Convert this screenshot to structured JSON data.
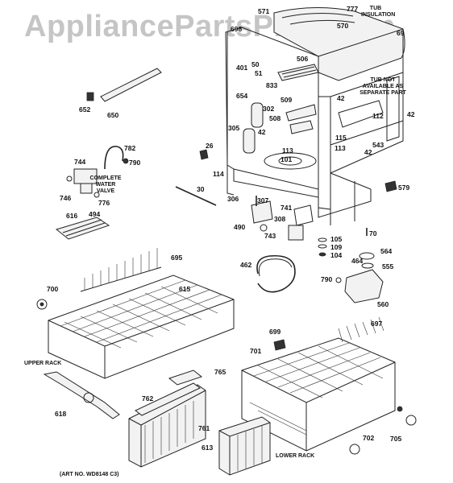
{
  "watermark": "AppliancePartsPros.com",
  "captions": {
    "tub_insulation": "TUB INSULATION",
    "tub_not_available": "TUB NOT AVAILABLE AS SEPARATE PART",
    "complete_water_valve": "COMPLETE WATER VALVE",
    "upper_rack": "UPPER RACK",
    "lower_rack": "LOWER RACK",
    "art_no": "(ART NO. WD8148 C3)"
  },
  "part_numbers": {
    "p571": "571",
    "p777": "777",
    "p570": "570",
    "p69": "69",
    "p698": "698",
    "p50": "50",
    "p51": "51",
    "p506": "506",
    "p401": "401",
    "p833": "833",
    "p654": "654",
    "p509": "509",
    "p302": "302",
    "p42a": "42",
    "p42b": "42",
    "p42c": "42",
    "p42d": "42",
    "p112": "112",
    "p508": "508",
    "p305": "305",
    "p115": "115",
    "p543": "543",
    "p113a": "113",
    "p113b": "113",
    "p101": "101",
    "p26": "26",
    "p114": "114",
    "p652": "652",
    "p650": "650",
    "p782": "782",
    "p790a": "790",
    "p744": "744",
    "p746": "746",
    "p776": "776",
    "p494": "494",
    "p616": "616",
    "p30": "30",
    "p306": "306",
    "p307": "307",
    "p741": "741",
    "p308": "308",
    "p490": "490",
    "p743": "743",
    "p579": "579",
    "p70": "70",
    "p105": "105",
    "p109": "109",
    "p104": "104",
    "p564": "564",
    "p464": "464",
    "p555": "555",
    "p462": "462",
    "p790b": "790",
    "p560": "560",
    "p695": "695",
    "p700": "700",
    "p615": "615",
    "p699": "699",
    "p697": "697",
    "p701": "701",
    "p765": "765",
    "p618": "618",
    "p762": "762",
    "p761": "761",
    "p613": "613",
    "p702": "702",
    "p705": "705"
  }
}
